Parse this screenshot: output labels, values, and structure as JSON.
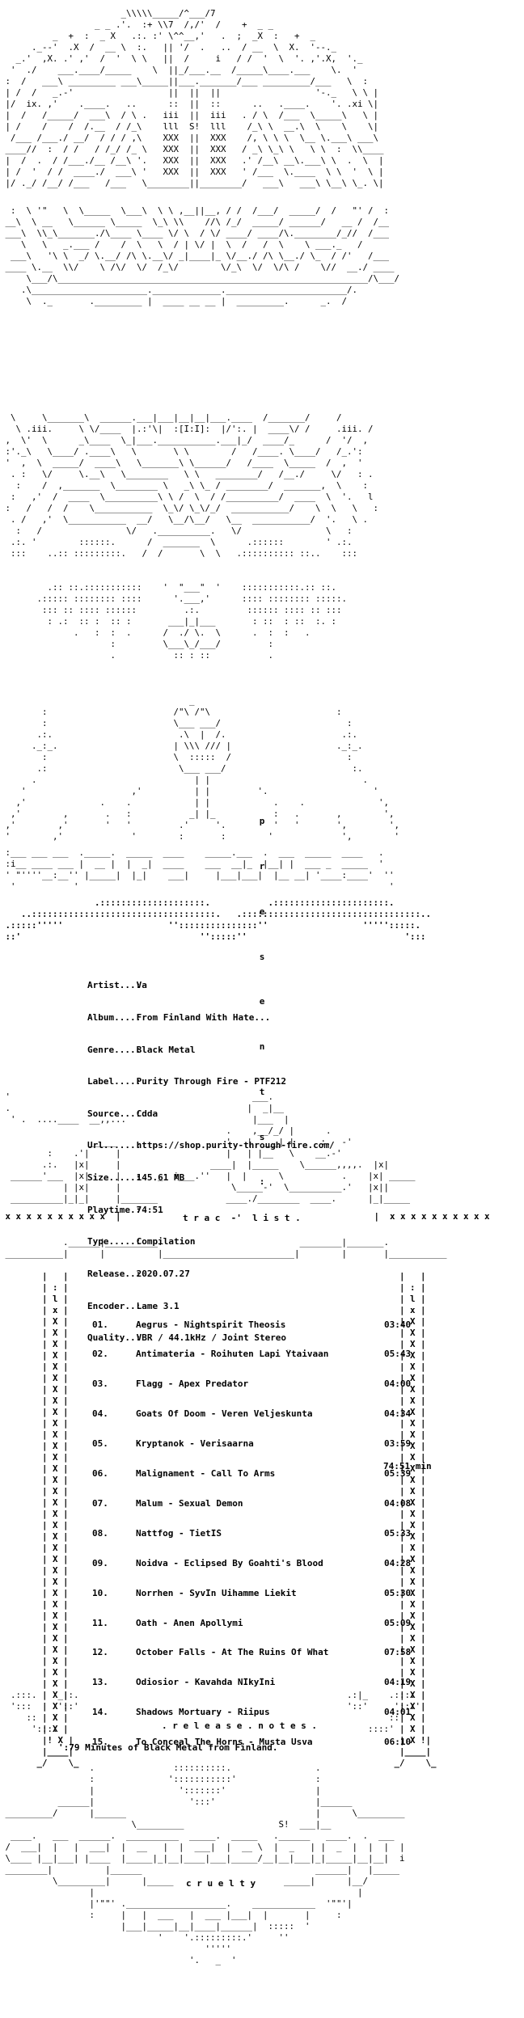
{
  "header_art": "        .____.____.            \n   ____/ .__.  .  \\____       \n  /  ,  /  ||  |   \\   \\      ",
  "presents_letters": [
    "p",
    "r",
    "e",
    "s",
    "e",
    "n",
    "t",
    "s",
    ":"
  ],
  "release_info": [
    {
      "key": "Artist...:",
      "value": "Va"
    },
    {
      "key": "Album....:",
      "value": "From Finland With Hate..."
    },
    {
      "key": "Genre....:",
      "value": "Black Metal"
    },
    {
      "key": "Label....:",
      "value": "Purity Through Fire - PTF212"
    },
    {
      "key": "Source...:",
      "value": "Cdda"
    },
    {
      "key": "Url......:",
      "value": "https://shop.purity-through-fire.com/"
    },
    {
      "key": "Size.....:",
      "value": "145.61 MB"
    },
    {
      "key": "Playtime.:",
      "value": "74:51"
    },
    {
      "key": "Type.....:",
      "value": "Compilation"
    },
    {
      "key": "Release..:",
      "value": "2020.07.27"
    },
    {
      "key": "Encoder..:",
      "value": "Lame 3.1"
    },
    {
      "key": "Quality..:",
      "value": "VBR / 44.1kHz / Joint Stereo"
    }
  ],
  "tracklist_heading": "t r a c  -'  l i s t .",
  "tracks": [
    {
      "num": "01.",
      "title": "Aegrus - Nightspirit Theosis",
      "time": "03:40"
    },
    {
      "num": "02.",
      "title": "Antimateria - Roihuten Lapi Ÿtaivaan",
      "time": "05:43"
    },
    {
      "num": "03.",
      "title": "Flagg - Apex Predator",
      "time": "04:00"
    },
    {
      "num": "04.",
      "title": "Goats Of Doom - Veren Veljeskunta",
      "time": "04:34"
    },
    {
      "num": "05.",
      "title": "Kryptanok - Verisaarna",
      "time": "03:59"
    },
    {
      "num": "06.",
      "title": "Malignament - Call To Arms",
      "time": "05:39"
    },
    {
      "num": "07.",
      "title": "Malum - Sexual Demon",
      "time": "04:08"
    },
    {
      "num": "08.",
      "title": "Nattfog - TietÏŠ",
      "time": "05:33"
    },
    {
      "num": "09.",
      "title": "Noidva - Eclipsed By Goahti's Blood",
      "time": "04:28"
    },
    {
      "num": "10.",
      "title": "Norrhen - SyvÏn Uihamme Liekit",
      "time": "05:30"
    },
    {
      "num": "11.",
      "title": "Oath - Anen Apollymi",
      "time": "05:09"
    },
    {
      "num": "12.",
      "title": "October Falls - At The Ruins Of What",
      "time": "07:58"
    },
    {
      "num": "13.",
      "title": "Odiosior - Kavahda NÏkyÏni",
      "time": "04:19"
    },
    {
      "num": "14.",
      "title": "Shadows Mortuary - Riipus",
      "time": "04:01"
    },
    {
      "num": "15.",
      "title": "To Conceal The Horns - Musta Usva",
      "time": "06:10"
    }
  ],
  "total_time": "74:51 min",
  "release_notes_heading": ". r e l e a s e . n o t e s .",
  "release_notes_text": "':79 Minutes of Black Metal from Finland.",
  "footer_word": "c r u e l t y",
  "colors": {
    "background": "#ffffff",
    "text": "#000000"
  }
}
